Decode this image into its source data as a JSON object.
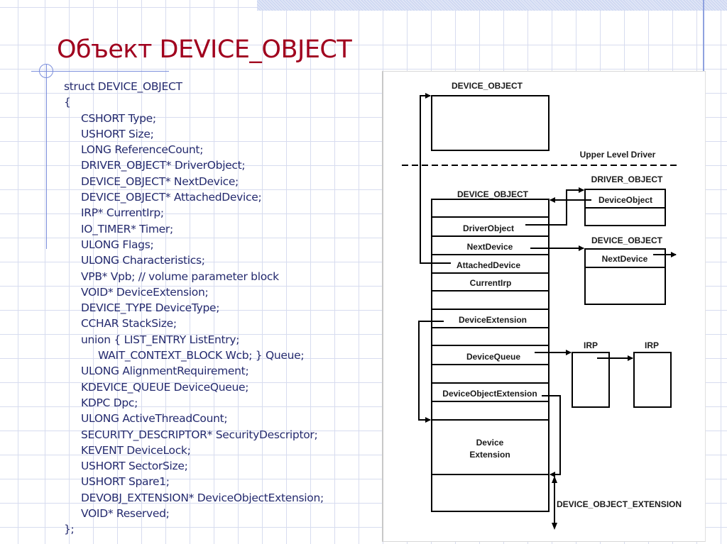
{
  "slide": {
    "title": "Объект DEVICE_OBJECT",
    "code_lines": [
      {
        "text": "struct DEVICE_OBJECT",
        "indent": 0
      },
      {
        "text": "{",
        "indent": 0
      },
      {
        "text": "CSHORT Type;",
        "indent": 1
      },
      {
        "text": "USHORT Size;",
        "indent": 1
      },
      {
        "text": "LONG ReferenceCount;",
        "indent": 1
      },
      {
        "text": "DRIVER_OBJECT* DriverObject;",
        "indent": 1
      },
      {
        "text": "DEVICE_OBJECT* NextDevice;",
        "indent": 1
      },
      {
        "text": "DEVICE_OBJECT* AttachedDevice;",
        "indent": 1
      },
      {
        "text": "IRP* CurrentIrp;",
        "indent": 1
      },
      {
        "text": "IO_TIMER* Timer;",
        "indent": 1
      },
      {
        "text": "ULONG Flags;",
        "indent": 1
      },
      {
        "text": "ULONG Characteristics;",
        "indent": 1
      },
      {
        "text": "VPB* Vpb; // volume parameter block",
        "indent": 1
      },
      {
        "text": "VOID* DeviceExtension;",
        "indent": 1
      },
      {
        "text": "DEVICE_TYPE DeviceType;",
        "indent": 1
      },
      {
        "text": "CCHAR StackSize;",
        "indent": 1
      },
      {
        "text": "union { LIST_ENTRY ListEntry;",
        "indent": 1
      },
      {
        "text": "WAIT_CONTEXT_BLOCK Wcb; } Queue;",
        "indent": 2
      },
      {
        "text": "ULONG AlignmentRequirement;",
        "indent": 1
      },
      {
        "text": "KDEVICE_QUEUE DeviceQueue;",
        "indent": 1
      },
      {
        "text": "KDPC Dpc;",
        "indent": 1
      },
      {
        "text": "ULONG ActiveThreadCount;",
        "indent": 1
      },
      {
        "text": "SECURITY_DESCRIPTOR* SecurityDescriptor;",
        "indent": 1
      },
      {
        "text": "KEVENT DeviceLock;",
        "indent": 1
      },
      {
        "text": "USHORT SectorSize;",
        "indent": 1
      },
      {
        "text": "USHORT Spare1;",
        "indent": 1
      },
      {
        "text": "DEVOBJ_EXTENSION* DeviceObjectExtension;",
        "indent": 1
      },
      {
        "text": "VOID* Reserved;",
        "indent": 1
      },
      {
        "text": "};",
        "indent": 0
      }
    ]
  },
  "diagram": {
    "upper_device_object_label": "DEVICE_OBJECT",
    "upper_level_driver_label": "Upper Level Driver",
    "main_device_object_label": "DEVICE_OBJECT",
    "fields": {
      "driver_object": "DriverObject",
      "next_device": "NextDevice",
      "attached_device": "AttachedDevice",
      "current_irp": "CurrentIrp",
      "device_extension": "DeviceExtension",
      "device_queue": "DeviceQueue",
      "device_object_extension": "DeviceObjectExtension",
      "device_extension_block_line1": "Device",
      "device_extension_block_line2": "Extension"
    },
    "driver_object_label": "DRIVER_OBJECT",
    "driver_object_field": "DeviceObject",
    "next_device_object_label": "DEVICE_OBJECT",
    "next_device_object_field": "NextDevice",
    "irp_label_1": "IRP",
    "irp_label_2": "IRP",
    "device_object_extension_label": "DEVICE_OBJECT_EXTENSION"
  },
  "colors": {
    "title": "#a0001e",
    "code_text": "#242a6e",
    "grid": "#d7dcef",
    "accent_line": "#7c8fdc"
  }
}
